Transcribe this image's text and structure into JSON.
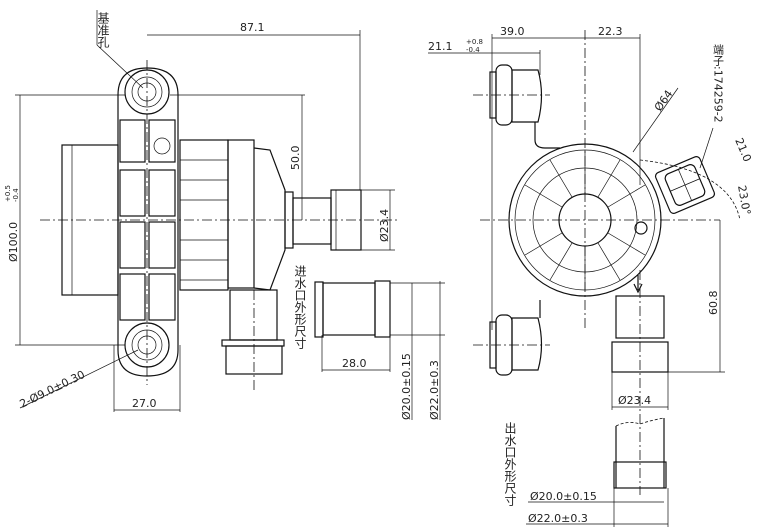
{
  "left_view": {
    "reference_hole_label": "基准孔",
    "dim_overall_length": "87.1",
    "dim_center_height": "50.0",
    "dim_mount_span": "Ø100.0",
    "dim_mount_span_tol_upper": "+0.5",
    "dim_mount_span_tol_lower": "-0.4",
    "dim_outlet_dia": "Ø23.4",
    "dim_bracket_width": "27.0",
    "dim_mount_holes": "2-Ø9.0±0.30"
  },
  "inlet_detail": {
    "label": "进水口外形尺寸",
    "dim_length": "28.0",
    "dim_inner_dia": "Ø20.0±0.15",
    "dim_outer_dia": "Ø22.0±0.3"
  },
  "right_view": {
    "dim_offset_left": "39.0",
    "dim_offset_right": "22.3",
    "dim_mount_width": "21.1",
    "dim_mount_width_tol_upper": "+0.8",
    "dim_mount_width_tol_lower": "-0.4",
    "dim_body_dia": "Ø64",
    "connector_label": "端子:174259-2",
    "dim_connector_width": "21.0",
    "dim_connector_angle": "23.0°",
    "dim_outlet_height": "60.8",
    "dim_outlet_dia": "Ø23.4"
  },
  "outlet_detail": {
    "label": "出水口外形尺寸",
    "dim_inner_dia": "Ø20.0±0.15",
    "dim_outer_dia": "Ø22.0±0.3"
  }
}
